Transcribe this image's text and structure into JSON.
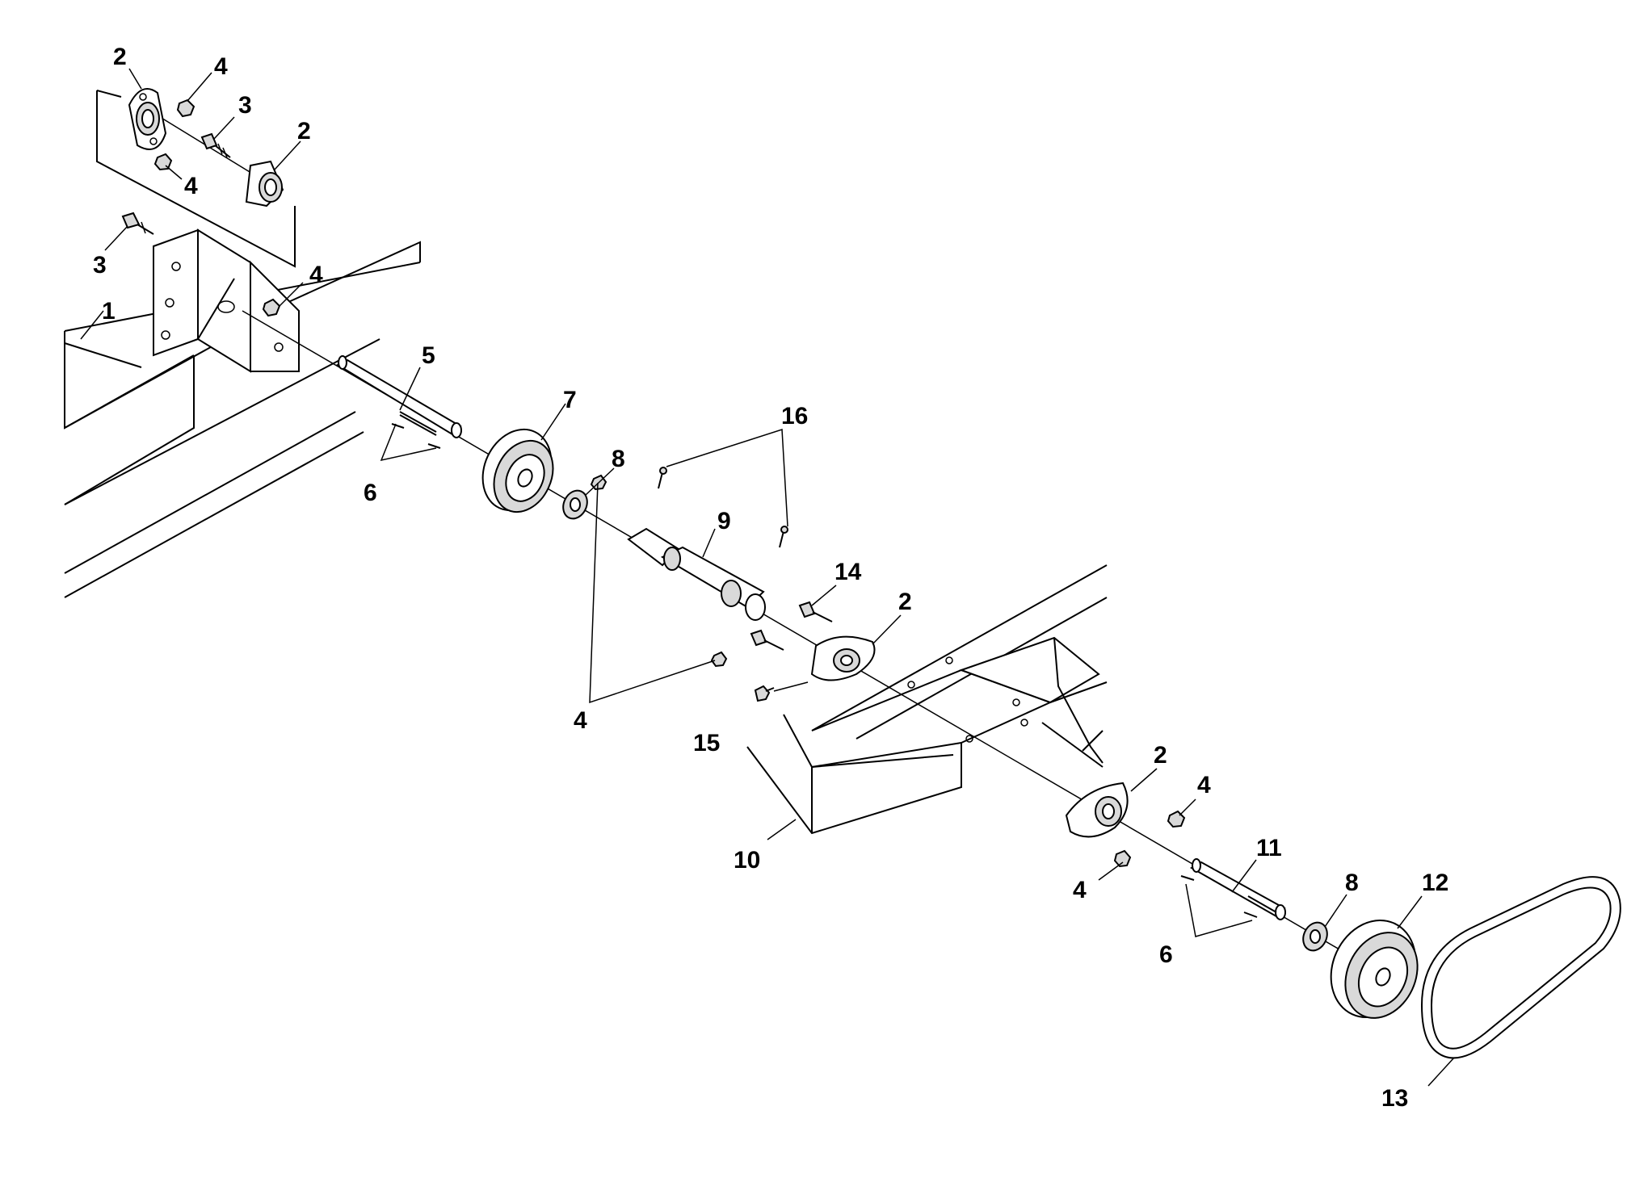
{
  "callouts": {
    "c2a": "2",
    "c4a": "4",
    "c3a": "3",
    "c2b": "2",
    "c4b": "4",
    "c3b": "3",
    "c4c": "4",
    "c1": "1",
    "c5": "5",
    "c6a": "6",
    "c7": "7",
    "c8a": "8",
    "c16": "16",
    "c9": "9",
    "c14": "14",
    "c2c": "2",
    "c4d": "4",
    "c15": "15",
    "c10": "10",
    "c2d": "2",
    "c4e": "4",
    "c4f": "4",
    "c11": "11",
    "c8b": "8",
    "c12": "12",
    "c6b": "6",
    "c13": "13"
  },
  "colors": {
    "ink": "#000000",
    "paper": "#ffffff",
    "fill_light": "#d9d9d9",
    "fill_dark": "#555555"
  }
}
